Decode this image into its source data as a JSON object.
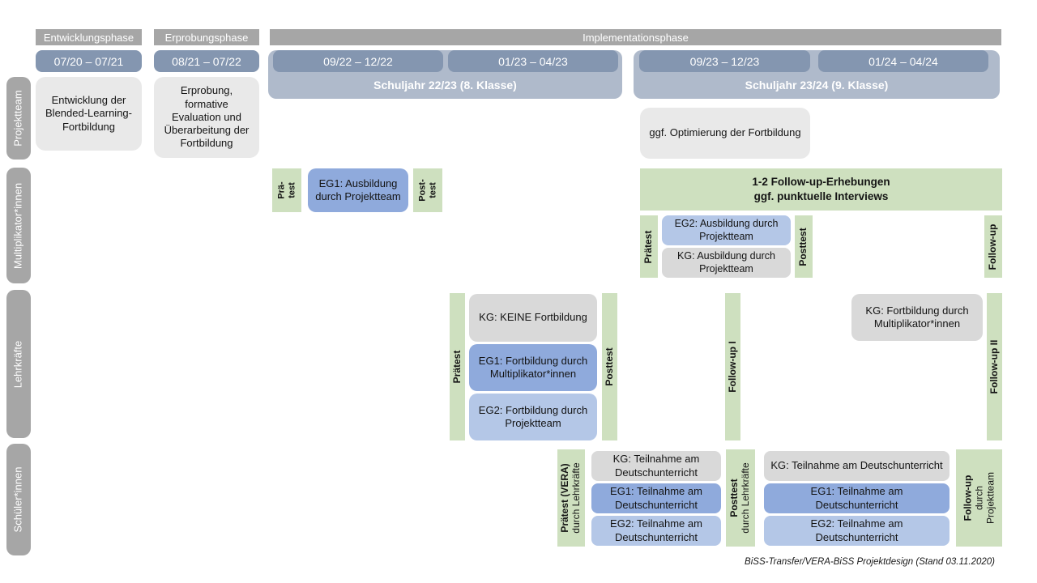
{
  "palette": {
    "phase_bar_gray": "#a6a6a6",
    "date_pill_blue": "#8496b0",
    "schuljahr_blue": "#afbacb",
    "project_box_gray": "#e9e9e9",
    "kg_gray": "#d9d9d9",
    "eg1_blue": "#8faadc",
    "eg2_blue": "#b4c7e7",
    "measure_green": "#cee0bf"
  },
  "header": {
    "entwicklungsphase": {
      "label": "Entwicklungsphase",
      "date": "07/20 – 07/21"
    },
    "erprobungsphase": {
      "label": "Erprobungsphase",
      "date": "08/21 – 07/22"
    },
    "implementationsphase": {
      "label": "Implementationsphase",
      "schuljahr1": {
        "label": "Schuljahr 22/23 (8. Klasse)",
        "date1": "09/22 – 12/22",
        "date2": "01/23 – 04/23"
      },
      "schuljahr2": {
        "label": "Schuljahr 23/24 (9. Klasse)",
        "date1": "09/23 – 12/23",
        "date2": "01/24 – 04/24"
      }
    }
  },
  "rows": {
    "projektteam": {
      "label": "Projektteam",
      "box_entwicklung": "Entwicklung der Blended-Learning-Fortbildung",
      "box_erprobung": "Erprobung, formative Evaluation und Überarbeitung der Fortbildung",
      "box_optimierung": "ggf. Optimierung der Fortbildung"
    },
    "multiplikatoren": {
      "label": "Multiplikator*innen",
      "praetest1_line1": "Prä-",
      "praetest1_line2": "test",
      "eg1": "EG1: Ausbildung durch Projektteam",
      "posttest1_line1": "Post-",
      "posttest1_line2": "test",
      "followup_box_line1": "1-2 Follow-up-Erhebungen",
      "followup_box_line2": "ggf. punktuelle Interviews",
      "praetest2": "Prätest",
      "eg2": "EG2: Ausbildung durch Projektteam",
      "kg": "KG: Ausbildung durch Projektteam",
      "posttest2": "Posttest",
      "followup": "Follow-up"
    },
    "lehrkraefte": {
      "label": "Lehrkräfte",
      "praetest": "Prätest",
      "kg": "KG: KEINE Fortbildung",
      "eg1": "EG1: Fortbildung durch Multiplikator*innen",
      "eg2": "EG2: Fortbildung durch Projektteam",
      "posttest": "Posttest",
      "followup1": "Follow-up I",
      "kg2": "KG: Fortbildung durch Multiplikator*innen",
      "followup2": "Follow-up II"
    },
    "schueler": {
      "label": "Schüler*innen",
      "praetest_line1": "Prätest (VERA)",
      "praetest_line2": "durch  Lehrkräfte",
      "kg1": "KG: Teilnahme am Deutschunterricht",
      "eg1_1": "EG1: Teilnahme am Deutschunterricht",
      "eg2_1": "EG2: Teilnahme am Deutschunterricht",
      "posttest_line1": "Posttest",
      "posttest_line2": "durch  Lehrkräfte",
      "kg2": "KG: Teilnahme am Deutschunterricht",
      "eg1_2": "EG1: Teilnahme am Deutschunterricht",
      "eg2_2": "EG2: Teilnahme am Deutschunterricht",
      "followup_line1": "Follow-up",
      "followup_line2": "durch",
      "followup_line3": "Projektteam"
    }
  },
  "caption": "BiSS-Transfer/VERA-BiSS Projektdesign (Stand 03.11.2020)"
}
